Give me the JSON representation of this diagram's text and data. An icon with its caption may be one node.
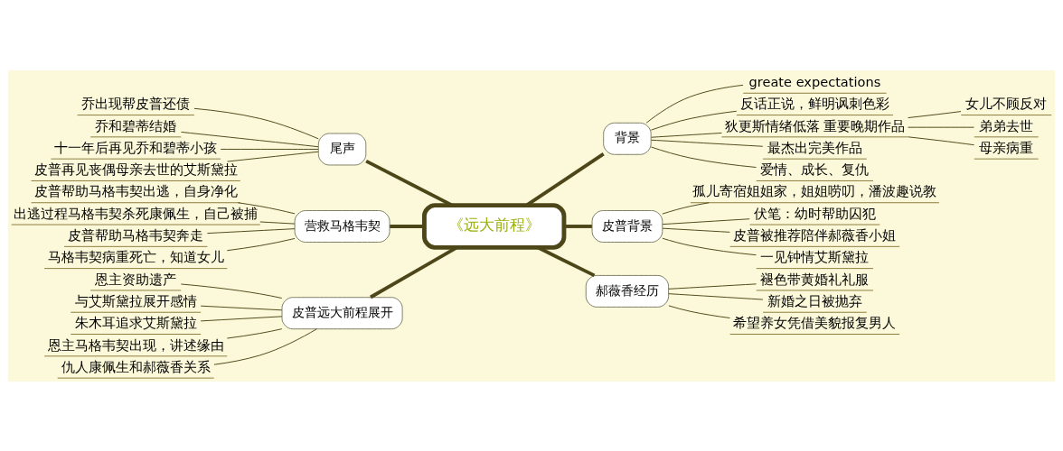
{
  "diagram": {
    "nodes": [
      {
        "text": [
          "《远大前程》"
        ]
      },
      {
        "text": [
          "背景"
        ]
      },
      {
        "text": [
          "greate expectations"
        ]
      },
      {
        "text": [
          "反话正说，鲜明讽刺色彩"
        ]
      },
      {
        "text": [
          "狄更斯情绪低落 重要晚期作品"
        ]
      },
      {
        "text": [
          "女儿不顾反对"
        ]
      },
      {
        "text": [
          "弟弟去世"
        ]
      },
      {
        "text": [
          "母亲病重"
        ]
      },
      {
        "text": [
          "最杰出完美作品"
        ]
      },
      {
        "text": [
          "爱情、成长、复仇"
        ]
      },
      {
        "text": [
          "皮普背景"
        ]
      },
      {
        "text": [
          "孤儿寄宿姐姐家，姐姐唠叨，潘波趣说教"
        ]
      },
      {
        "text": [
          "伏笔：幼时帮助囚犯"
        ]
      },
      {
        "text": [
          "皮普被推荐陪伴郝薇香小姐"
        ]
      },
      {
        "text": [
          "一见钟情艾斯黛拉"
        ]
      },
      {
        "text": [
          "郝薇香经历"
        ]
      },
      {
        "text": [
          "褪色带黄婚礼礼服"
        ]
      },
      {
        "text": [
          "新婚之日被抛弃"
        ]
      },
      {
        "text": [
          "希望养女凭借美貌报复男人"
        ]
      },
      {
        "text": [
          "尾声"
        ]
      },
      {
        "text": [
          "乔出现帮皮普还债"
        ]
      },
      {
        "text": [
          "乔和碧蒂结婚"
        ]
      },
      {
        "text": [
          "十一年后再见乔和碧蒂小孩"
        ]
      },
      {
        "text": [
          "皮普再见丧偶母亲去世的艾斯黛拉"
        ]
      },
      {
        "text": [
          "营救马格韦契"
        ]
      },
      {
        "text": [
          "皮普帮助马格韦契出逃，自身净化"
        ]
      },
      {
        "text": [
          "出逃过程马格韦契杀死康佩生，自己被捕"
        ]
      },
      {
        "text": [
          "皮普帮助马格韦契奔走"
        ]
      },
      {
        "text": [
          "马格韦契病重死亡，知道女儿"
        ]
      },
      {
        "text": [
          "皮普远大前程展开"
        ]
      },
      {
        "text": [
          "恩主资助遗产"
        ]
      },
      {
        "text": [
          "与艾斯黛拉展开感情"
        ]
      },
      {
        "text": [
          "朱木耳追求艾斯黛拉"
        ]
      },
      {
        "text": [
          "恩主马格韦契出现，讲述缘由"
        ]
      },
      {
        "text": [
          "仇人康佩生和郝薇香关系"
        ]
      }
    ],
    "edges": [
      {
        "from": 0,
        "to": 1,
        "arrow": "none",
        "style": "thick"
      },
      {
        "from": 1,
        "to": 2,
        "arrow": "none"
      },
      {
        "from": 1,
        "to": 3,
        "arrow": "none"
      },
      {
        "from": 1,
        "to": 4,
        "arrow": "none"
      },
      {
        "from": 4,
        "to": 5,
        "arrow": "none"
      },
      {
        "from": 4,
        "to": 6,
        "arrow": "none"
      },
      {
        "from": 4,
        "to": 7,
        "arrow": "none"
      },
      {
        "from": 1,
        "to": 8,
        "arrow": "none"
      },
      {
        "from": 1,
        "to": 9,
        "arrow": "none"
      },
      {
        "from": 0,
        "to": 10,
        "arrow": "none",
        "style": "thick"
      },
      {
        "from": 10,
        "to": 11,
        "arrow": "none"
      },
      {
        "from": 10,
        "to": 12,
        "arrow": "none"
      },
      {
        "from": 10,
        "to": 13,
        "arrow": "none"
      },
      {
        "from": 10,
        "to": 14,
        "arrow": "none"
      },
      {
        "from": 0,
        "to": 15,
        "arrow": "none",
        "style": "thick"
      },
      {
        "from": 15,
        "to": 16,
        "arrow": "none"
      },
      {
        "from": 15,
        "to": 17,
        "arrow": "none"
      },
      {
        "from": 15,
        "to": 18,
        "arrow": "none"
      },
      {
        "from": 0,
        "to": 19,
        "arrow": "none",
        "style": "thick"
      },
      {
        "from": 19,
        "to": 20,
        "arrow": "none"
      },
      {
        "from": 19,
        "to": 21,
        "arrow": "none"
      },
      {
        "from": 19,
        "to": 22,
        "arrow": "none"
      },
      {
        "from": 19,
        "to": 23,
        "arrow": "none"
      },
      {
        "from": 0,
        "to": 24,
        "arrow": "none",
        "style": "thick"
      },
      {
        "from": 24,
        "to": 25,
        "arrow": "none"
      },
      {
        "from": 24,
        "to": 26,
        "arrow": "none"
      },
      {
        "from": 24,
        "to": 27,
        "arrow": "none"
      },
      {
        "from": 24,
        "to": 28,
        "arrow": "none"
      },
      {
        "from": 0,
        "to": 29,
        "arrow": "none",
        "style": "thick"
      },
      {
        "from": 29,
        "to": 30,
        "arrow": "none"
      },
      {
        "from": 29,
        "to": 31,
        "arrow": "none"
      },
      {
        "from": 29,
        "to": 32,
        "arrow": "none"
      },
      {
        "from": 29,
        "to": 33,
        "arrow": "none"
      },
      {
        "from": 29,
        "to": 34,
        "arrow": "none"
      }
    ]
  }
}
